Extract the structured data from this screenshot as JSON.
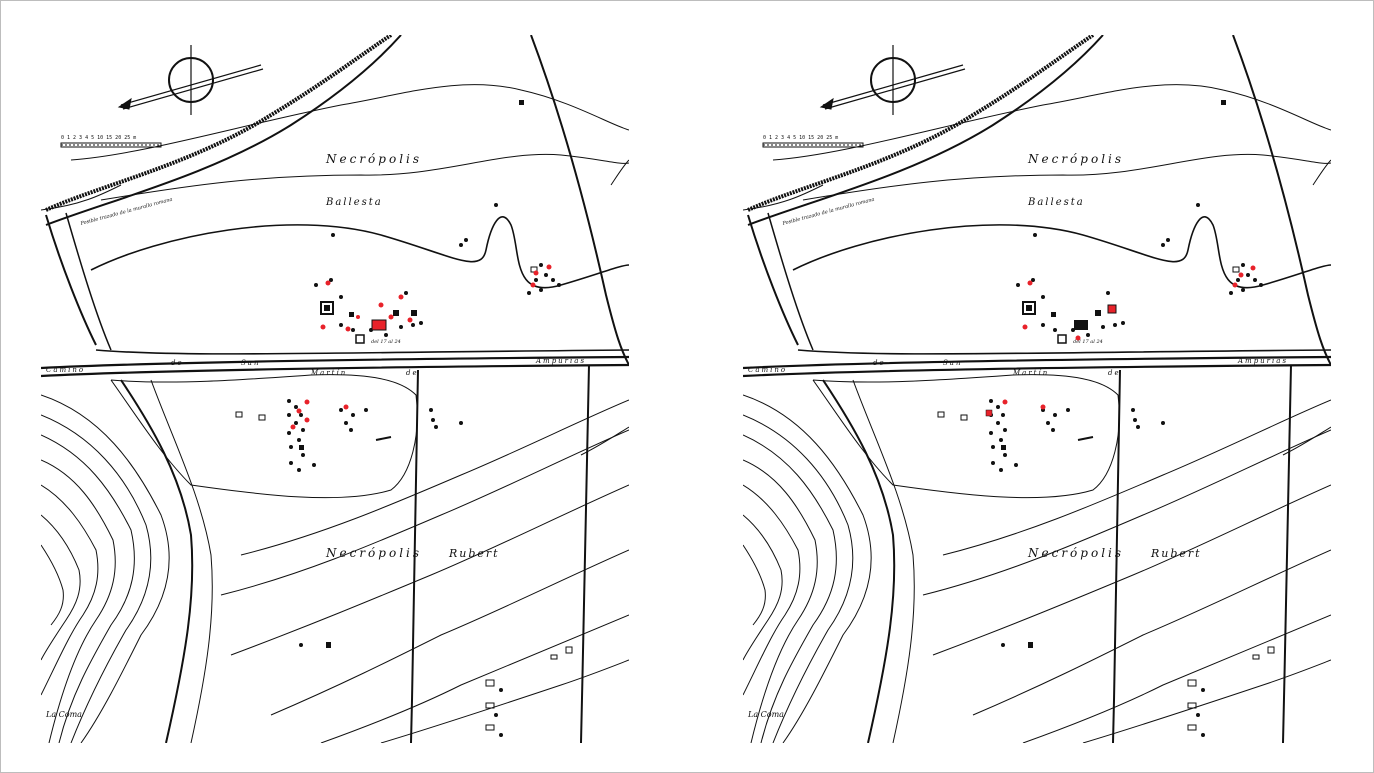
{
  "colors": {
    "ink": "#111111",
    "highlight": "#e8222a",
    "paper": "#ffffff"
  },
  "maps": [
    {
      "id": "left",
      "labels": {
        "necropolis_top": "Necrópolis",
        "ballesta": "Ballesta",
        "necropolis_bottom": "Necrópolis",
        "rubert": "Rubert",
        "wall": "Posible trazado de la muralla romana",
        "road_camino": "Camino",
        "road_de1": "de",
        "road_san": "San",
        "road_martin": "Martín",
        "road_de2": "de",
        "road_ampurias": "Ampurias",
        "place": "La Coma",
        "tomb_group": "del 17 al 24",
        "scale": "0 1 2 3 4 5    10    15    20    25 m"
      }
    },
    {
      "id": "right",
      "labels": {
        "necropolis_top": "Necrópolis",
        "ballesta": "Ballesta",
        "necropolis_bottom": "Necrópolis",
        "rubert": "Rubert",
        "wall": "Posible trazado de la muralla romana",
        "road_camino": "Camino",
        "road_de1": "de",
        "road_san": "San",
        "road_martin": "Martín",
        "road_de2": "de",
        "road_ampurias": "Ampurias",
        "place": "La Coma",
        "tomb_group": "del 17 al 24",
        "scale": "0 1 2 3 4 5    10    15    20    25 m"
      }
    }
  ],
  "icons": [
    "north-arrow-icon",
    "scale-bar-icon"
  ]
}
